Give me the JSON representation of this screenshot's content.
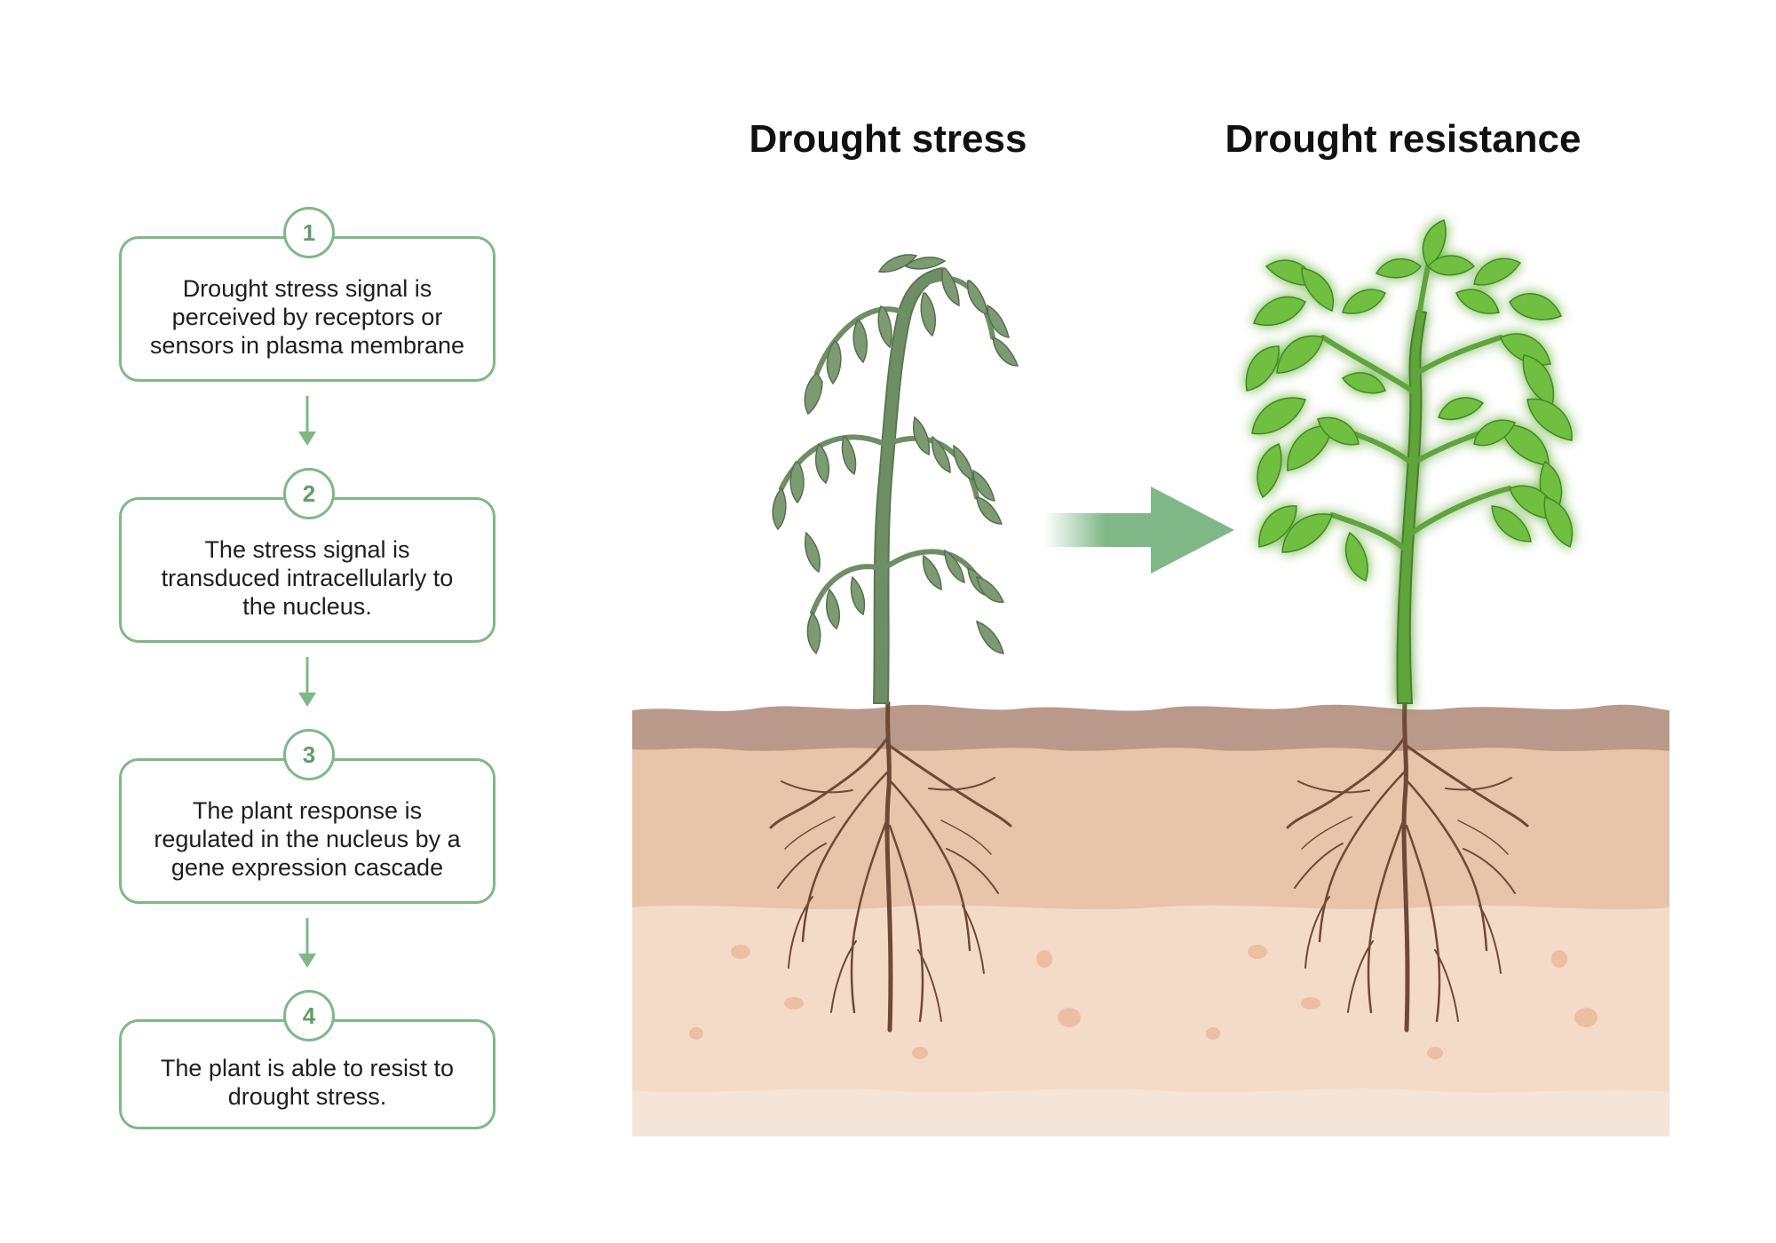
{
  "steps": [
    {
      "number": "1",
      "text": "Drought stress signal is\nperceived by receptors or\nsensors in plasma membrane"
    },
    {
      "number": "2",
      "text": "The stress signal is\ntransduced intracellularly to\nthe nucleus."
    },
    {
      "number": "3",
      "text": "The plant response is\nregulated in the nucleus by a\ngene expression cascade"
    },
    {
      "number": "4",
      "text": "The plant is able to resist to\ndrought stress."
    }
  ],
  "panels": {
    "left_title": "Drought stress",
    "right_title": "Drought resistance"
  },
  "colors": {
    "accent_green": "#7fb886",
    "wilted_leaf": "#7c9b72",
    "healthy_leaf": "#6fbf3f",
    "topsoil": "#b9998a",
    "soil_mid": "#e8c4ab",
    "soil_low": "#f4dbc8",
    "soil_bottom": "#f4e5d8",
    "root": "#6e4a36"
  }
}
